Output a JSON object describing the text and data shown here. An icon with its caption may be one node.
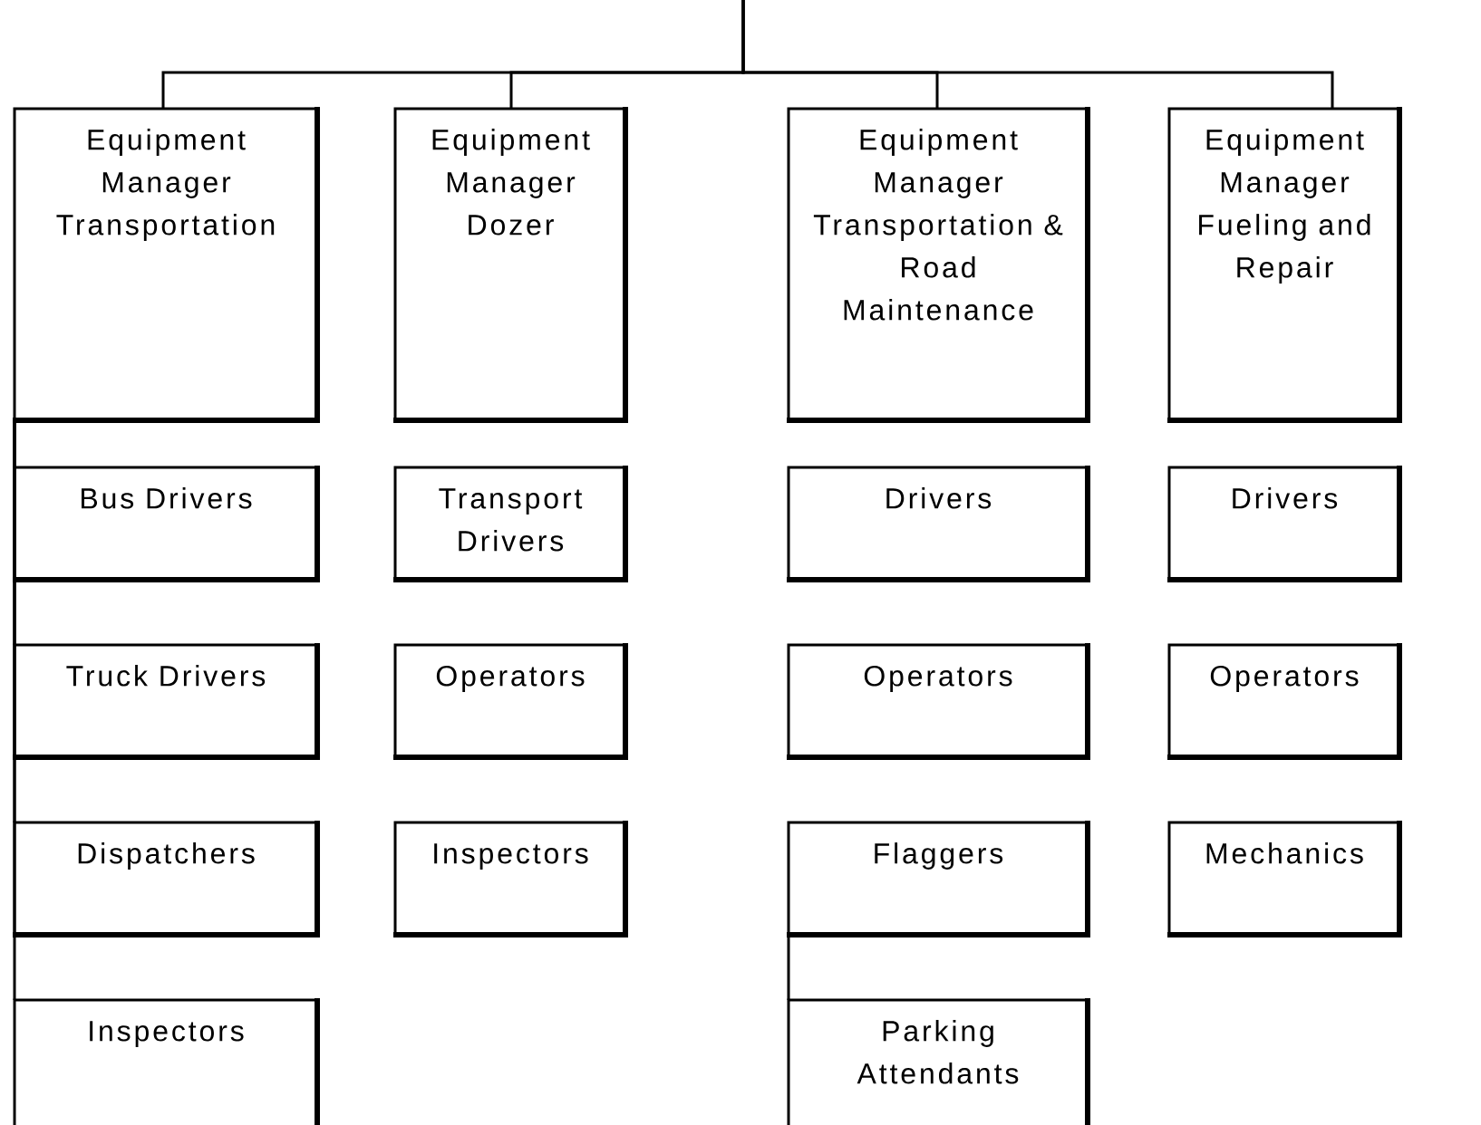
{
  "diagram": {
    "nodes": [
      {
        "text": [
          "Equipment Manager Transportation"
        ]
      },
      {
        "text": [
          "Equipment Manager Dozer"
        ]
      },
      {
        "text": [
          "Equipment Manager Transportation & Road Maintenance"
        ]
      },
      {
        "text": [
          "Equipment Manager Fueling and Repair"
        ]
      },
      {
        "text": [
          "Bus Drivers"
        ]
      },
      {
        "text": [
          "Transport Drivers"
        ]
      },
      {
        "text": [
          "Drivers"
        ]
      },
      {
        "text": [
          "Drivers"
        ]
      },
      {
        "text": [
          "Truck Drivers"
        ]
      },
      {
        "text": [
          "Operators"
        ]
      },
      {
        "text": [
          "Operators"
        ]
      },
      {
        "text": [
          "Operators"
        ]
      },
      {
        "text": [
          "Dispatchers"
        ]
      },
      {
        "text": [
          "Inspectors"
        ]
      },
      {
        "text": [
          "Flaggers"
        ]
      },
      {
        "text": [
          "Mechanics"
        ]
      },
      {
        "text": [
          "Inspectors"
        ]
      },
      {
        "text": [
          "Parking Attendants"
        ]
      }
    ],
    "edges": [
      {
        "from": null,
        "to": 0,
        "arrow": "none"
      },
      {
        "from": null,
        "to": 1,
        "arrow": "none"
      },
      {
        "from": null,
        "to": 2,
        "arrow": "none"
      },
      {
        "from": null,
        "to": 3,
        "arrow": "none"
      },
      {
        "from": 0,
        "to": 4,
        "arrow": "none"
      },
      {
        "from": 0,
        "to": 8,
        "arrow": "none"
      },
      {
        "from": 0,
        "to": 12,
        "arrow": "none"
      },
      {
        "from": 0,
        "to": 16,
        "arrow": "none"
      },
      {
        "from": 14,
        "to": 17,
        "arrow": "none"
      }
    ]
  }
}
